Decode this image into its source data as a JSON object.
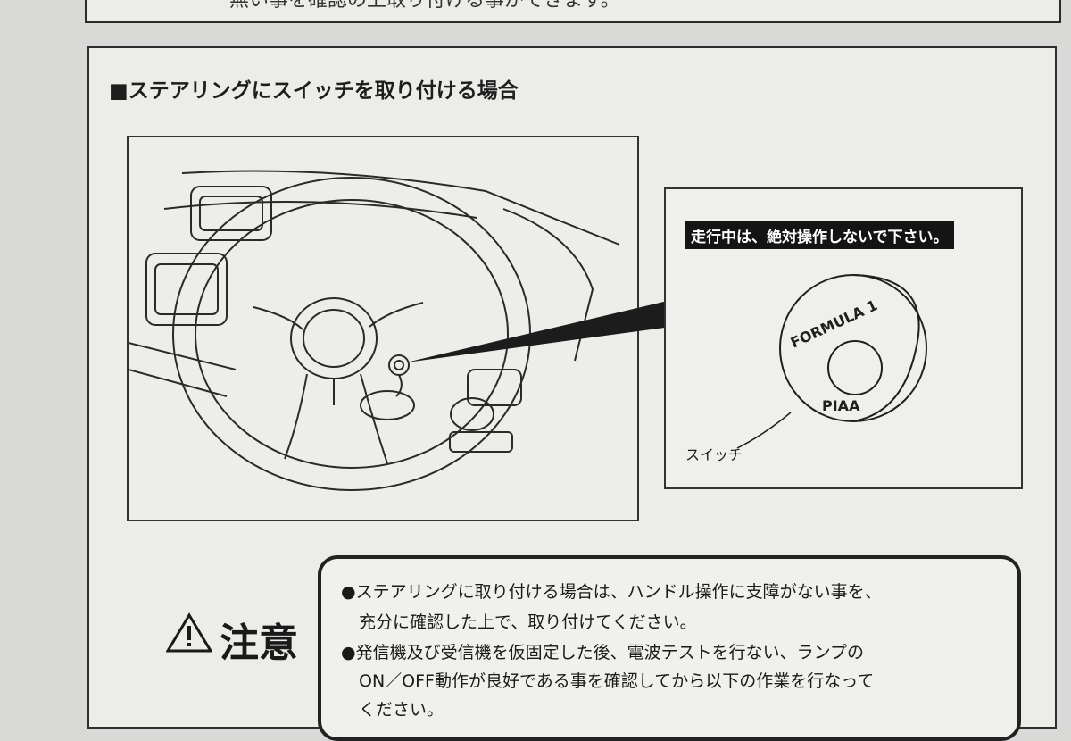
{
  "top_fragment": "無い事を確認の上取り付ける事ができます。",
  "heading": "■ステアリングにスイッチを取り付ける場合",
  "warning_banner": "走行中は、絶対操作しないで下さい。",
  "switch_label": "スイッチ",
  "knob_text_top": "FORMULA 1",
  "knob_text_bottom": "PIAA",
  "caution_title": "注意",
  "caution_items": [
    {
      "line1": "●ステアリングに取り付ける場合は、ハンドル操作に支障がない事を、",
      "line2": "充分に確認した上で、取り付けてください。"
    },
    {
      "line1": "●発信機及び受信機を仮固定した後、電波テストを行ない、ランプの",
      "line2": "ON／OFF動作が良好である事を確認してから以下の作業を行なって",
      "line3": "ください。"
    }
  ],
  "colors": {
    "ink": "#1a1a1a",
    "paper": "#ecece8",
    "banner_bg": "#141414",
    "banner_text": "#ffffff"
  }
}
